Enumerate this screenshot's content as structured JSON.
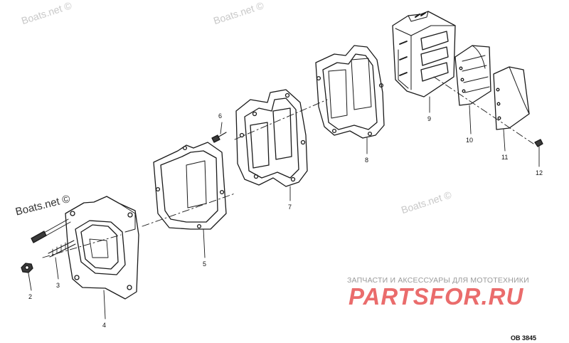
{
  "watermarks": {
    "left": "Boats.net ©",
    "top_left": "Boats.net ©",
    "top_center": "Boats.net ©",
    "middle_right": "Boats.net ©"
  },
  "brand": {
    "tagline": "ЗАПЧАСТИ И АКСЕССУАРЫ ДЛЯ МОТОТЕХНИКИ",
    "logo": "PARTSFOR.RU"
  },
  "reference_code": "OB 3845",
  "callouts": [
    "2",
    "3",
    "4",
    "5",
    "6",
    "7",
    "8",
    "9",
    "10",
    "11",
    "12"
  ]
}
